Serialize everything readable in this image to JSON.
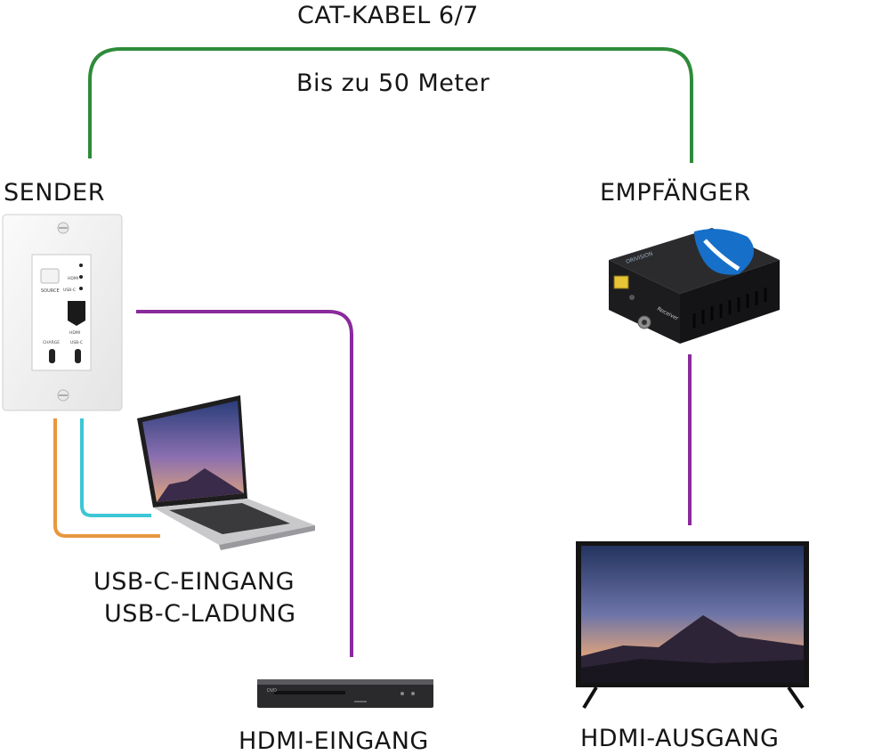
{
  "cable": {
    "title": "CAT-KABEL 6/7",
    "distance": "Bis zu 50 Meter"
  },
  "sender": {
    "label": "SENDER",
    "plate_source": "SOURCE",
    "plate_hdmi": "HDMI",
    "plate_usbc": "USB-C",
    "plate_charge": "CHARGE",
    "plate_usbc_port": "USB-C"
  },
  "receiver": {
    "label": "EMPFÄNGER",
    "brand": "ORIVISION",
    "model": "Receiver"
  },
  "laptop": {
    "labels": [
      "USB-C-EINGANG",
      "USB-C-LADUNG"
    ]
  },
  "player": {
    "label": "HDMI-EINGANG",
    "badge": "DVD"
  },
  "tv": {
    "label": "HDMI-AUSGANG"
  },
  "colors": {
    "cat_cable": "#2e8b3a",
    "hdmi": "#8a2a9c",
    "usbc_input": "#3cc6d6",
    "usbc_charge": "#e8973f"
  }
}
